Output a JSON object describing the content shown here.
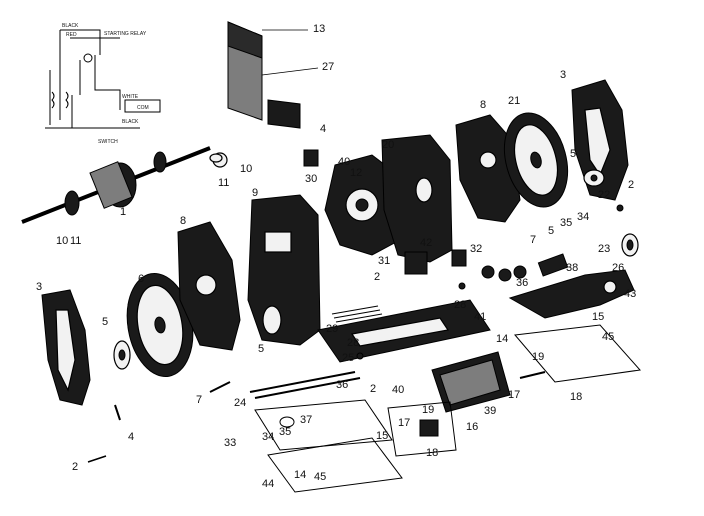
{
  "wiring": {
    "labels": [
      "BLACK",
      "RED",
      "STARTING RELAY",
      "WHITE",
      "COM",
      "BLACK",
      "SWITCH"
    ]
  },
  "callouts": [
    {
      "id": "c13",
      "text": "13"
    },
    {
      "id": "c27",
      "text": "27"
    },
    {
      "id": "c4a",
      "text": "4"
    },
    {
      "id": "c40a",
      "text": "40"
    },
    {
      "id": "c30",
      "text": "30"
    },
    {
      "id": "c12",
      "text": "12"
    },
    {
      "id": "c20",
      "text": "20"
    },
    {
      "id": "c8a",
      "text": "8"
    },
    {
      "id": "c21",
      "text": "21"
    },
    {
      "id": "c3a",
      "text": "3"
    },
    {
      "id": "c5a",
      "text": "5"
    },
    {
      "id": "c2a",
      "text": "2"
    },
    {
      "id": "c22",
      "text": "22"
    },
    {
      "id": "c34a",
      "text": "34"
    },
    {
      "id": "c35a",
      "text": "35"
    },
    {
      "id": "c5b",
      "text": "5"
    },
    {
      "id": "c7a",
      "text": "7"
    },
    {
      "id": "c23",
      "text": "23"
    },
    {
      "id": "c11a",
      "text": "11"
    },
    {
      "id": "c10a",
      "text": "10"
    },
    {
      "id": "c9",
      "text": "9"
    },
    {
      "id": "c1",
      "text": "1"
    },
    {
      "id": "c10b",
      "text": "10"
    },
    {
      "id": "c11b",
      "text": "11"
    },
    {
      "id": "c8b",
      "text": "8"
    },
    {
      "id": "c42",
      "text": "42"
    },
    {
      "id": "c32",
      "text": "32"
    },
    {
      "id": "c38",
      "text": "38"
    },
    {
      "id": "c26",
      "text": "26"
    },
    {
      "id": "c31",
      "text": "31"
    },
    {
      "id": "c2b",
      "text": "2"
    },
    {
      "id": "c36a",
      "text": "36"
    },
    {
      "id": "c43",
      "text": "43"
    },
    {
      "id": "c28a",
      "text": "28"
    },
    {
      "id": "c15a",
      "text": "15"
    },
    {
      "id": "c3b",
      "text": "3"
    },
    {
      "id": "c6",
      "text": "6"
    },
    {
      "id": "c29",
      "text": "29"
    },
    {
      "id": "c41",
      "text": "41"
    },
    {
      "id": "c14a",
      "text": "14"
    },
    {
      "id": "c45a",
      "text": "45"
    },
    {
      "id": "c5c",
      "text": "5"
    },
    {
      "id": "c5d",
      "text": "5"
    },
    {
      "id": "c28b",
      "text": "28"
    },
    {
      "id": "c25",
      "text": "25"
    },
    {
      "id": "c19a",
      "text": "19"
    },
    {
      "id": "c36b",
      "text": "36"
    },
    {
      "id": "c2c",
      "text": "2"
    },
    {
      "id": "c40b",
      "text": "40"
    },
    {
      "id": "c17a",
      "text": "17"
    },
    {
      "id": "c18a",
      "text": "18"
    },
    {
      "id": "c7b",
      "text": "7"
    },
    {
      "id": "c24",
      "text": "24"
    },
    {
      "id": "c39",
      "text": "39"
    },
    {
      "id": "c4b",
      "text": "4"
    },
    {
      "id": "c37",
      "text": "37"
    },
    {
      "id": "c19b",
      "text": "19"
    },
    {
      "id": "c17b",
      "text": "17"
    },
    {
      "id": "c16",
      "text": "16"
    },
    {
      "id": "c33",
      "text": "33"
    },
    {
      "id": "c34b",
      "text": "34"
    },
    {
      "id": "c35b",
      "text": "35"
    },
    {
      "id": "c15b",
      "text": "15"
    },
    {
      "id": "c18b",
      "text": "18"
    },
    {
      "id": "c2d",
      "text": "2"
    },
    {
      "id": "c14b",
      "text": "14"
    },
    {
      "id": "c45b",
      "text": "45"
    },
    {
      "id": "c44",
      "text": "44"
    }
  ]
}
